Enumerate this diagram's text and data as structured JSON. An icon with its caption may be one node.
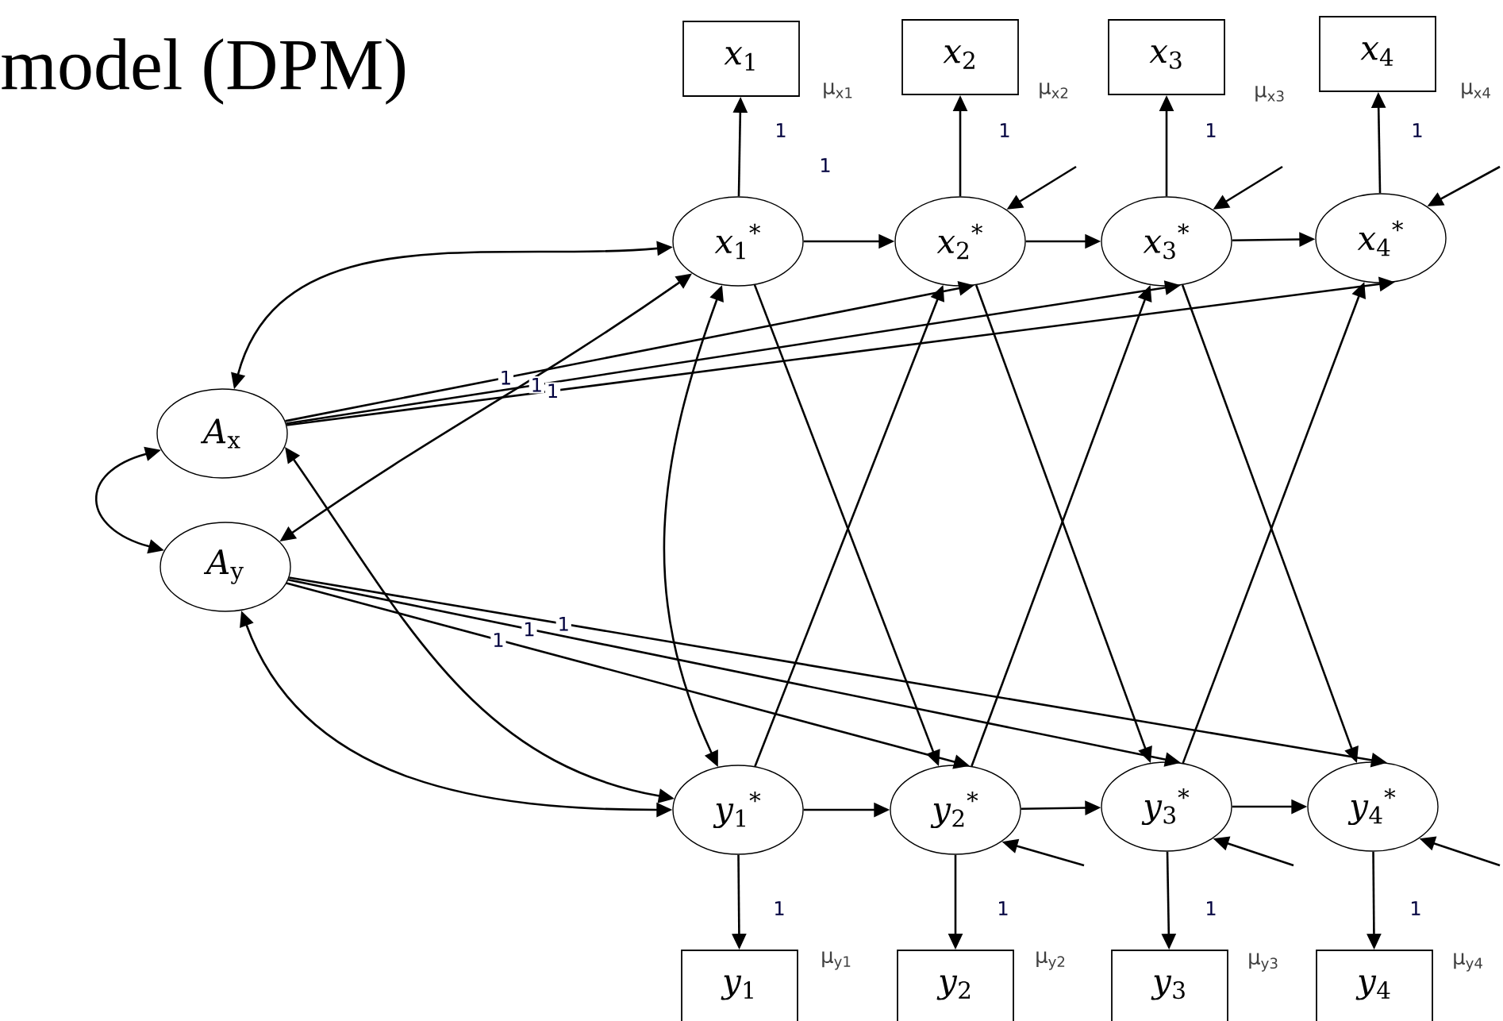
{
  "diagram": {
    "title": "model (DPM)",
    "nodes": [
      {
        "text": [
          "*x*$_{1}$"
        ],
        "beside": [
          "μ$_{x1}$"
        ]
      },
      {
        "text": [
          "*x*$_{2}$"
        ],
        "beside": [
          "μ$_{x2}$"
        ]
      },
      {
        "text": [
          "*x*$_{3}$"
        ],
        "beside": [
          "μ$_{x3}$"
        ]
      },
      {
        "text": [
          "*x*$_{4}$"
        ],
        "beside": [
          "μ$_{x4}$"
        ]
      },
      {
        "text": [
          "*x*$_{1}$$^{*}$"
        ]
      },
      {
        "text": [
          "*x*$_{2}$$^{*}$"
        ]
      },
      {
        "text": [
          "*x*$_{3}$$^{*}$"
        ]
      },
      {
        "text": [
          "*x*$_{4}$$^{*}$"
        ]
      },
      {
        "text": [
          "*A*$_{x}$"
        ]
      },
      {
        "text": [
          "*A*$_{y}$"
        ]
      },
      {
        "text": [
          "*y*$_{1}$$^{*}$"
        ]
      },
      {
        "text": [
          "*y*$_{2}$$^{*}$"
        ]
      },
      {
        "text": [
          "*y*$_{3}$$^{*}$"
        ]
      },
      {
        "text": [
          "*y*$_{4}$$^{*}$"
        ]
      },
      {
        "text": [
          "*y*$_{1}$"
        ],
        "beside": [
          "μ$_{y1}$"
        ]
      },
      {
        "text": [
          "*y*$_{2}$"
        ],
        "beside": [
          "μ$_{y2}$"
        ]
      },
      {
        "text": [
          "*y*$_{3}$"
        ],
        "beside": [
          "μ$_{y3}$"
        ]
      },
      {
        "text": [
          "*y*$_{4}$"
        ],
        "beside": [
          "μ$_{y4}$"
        ]
      }
    ],
    "edges": [
      {
        "from": 4,
        "to": 0,
        "arrow": "to",
        "label": "1"
      },
      {
        "from": 5,
        "to": 1,
        "arrow": "to",
        "label": "1"
      },
      {
        "from": 6,
        "to": 2,
        "arrow": "to",
        "label": "1"
      },
      {
        "from": 7,
        "to": 3,
        "arrow": "to",
        "label": "1"
      },
      {
        "from": 10,
        "to": 14,
        "arrow": "to",
        "label": "1"
      },
      {
        "from": 11,
        "to": 15,
        "arrow": "to",
        "label": "1"
      },
      {
        "from": 12,
        "to": 16,
        "arrow": "to",
        "label": "1"
      },
      {
        "from": 13,
        "to": 17,
        "arrow": "to",
        "label": "1"
      },
      {
        "from": 8,
        "to": 5,
        "arrow": "to",
        "label": "1"
      },
      {
        "from": 8,
        "to": 6,
        "arrow": "to",
        "label": "1"
      },
      {
        "from": 8,
        "to": 7,
        "arrow": "to",
        "label": "1"
      },
      {
        "from": 9,
        "to": 11,
        "arrow": "to",
        "label": "1"
      },
      {
        "from": 9,
        "to": 12,
        "arrow": "to",
        "label": "1"
      },
      {
        "from": 9,
        "to": 13,
        "arrow": "to",
        "label": "1"
      },
      {
        "from": 4,
        "to": 5,
        "arrow": "to"
      },
      {
        "from": 5,
        "to": 6,
        "arrow": "to"
      },
      {
        "from": 6,
        "to": 7,
        "arrow": "to"
      },
      {
        "from": 10,
        "to": 11,
        "arrow": "to"
      },
      {
        "from": 11,
        "to": 12,
        "arrow": "to"
      },
      {
        "from": 12,
        "to": 13,
        "arrow": "to"
      },
      {
        "from": 4,
        "to": 11,
        "arrow": "to"
      },
      {
        "from": 10,
        "to": 5,
        "arrow": "to"
      },
      {
        "from": 5,
        "to": 12,
        "arrow": "to"
      },
      {
        "from": 11,
        "to": 6,
        "arrow": "to"
      },
      {
        "from": 6,
        "to": 13,
        "arrow": "to"
      },
      {
        "from": 12,
        "to": 7,
        "arrow": "to"
      },
      {
        "from": 8,
        "to": 9,
        "arrow": "both"
      },
      {
        "from": 8,
        "to": 4,
        "arrow": "both"
      },
      {
        "from": 9,
        "to": 10,
        "arrow": "both"
      },
      {
        "from": 9,
        "to": 4,
        "arrow": "both"
      },
      {
        "from": 8,
        "to": 10,
        "arrow": "both"
      },
      {
        "from": 4,
        "to": 10,
        "arrow": "both"
      },
      {
        "from": null,
        "to": 5,
        "arrow": "to"
      },
      {
        "from": null,
        "to": 6,
        "arrow": "to"
      },
      {
        "from": null,
        "to": 7,
        "arrow": "to"
      },
      {
        "from": null,
        "to": 11,
        "arrow": "to"
      },
      {
        "from": null,
        "to": 12,
        "arrow": "to"
      },
      {
        "from": null,
        "to": 13,
        "arrow": "to"
      }
    ],
    "labels": [
      "1"
    ]
  }
}
